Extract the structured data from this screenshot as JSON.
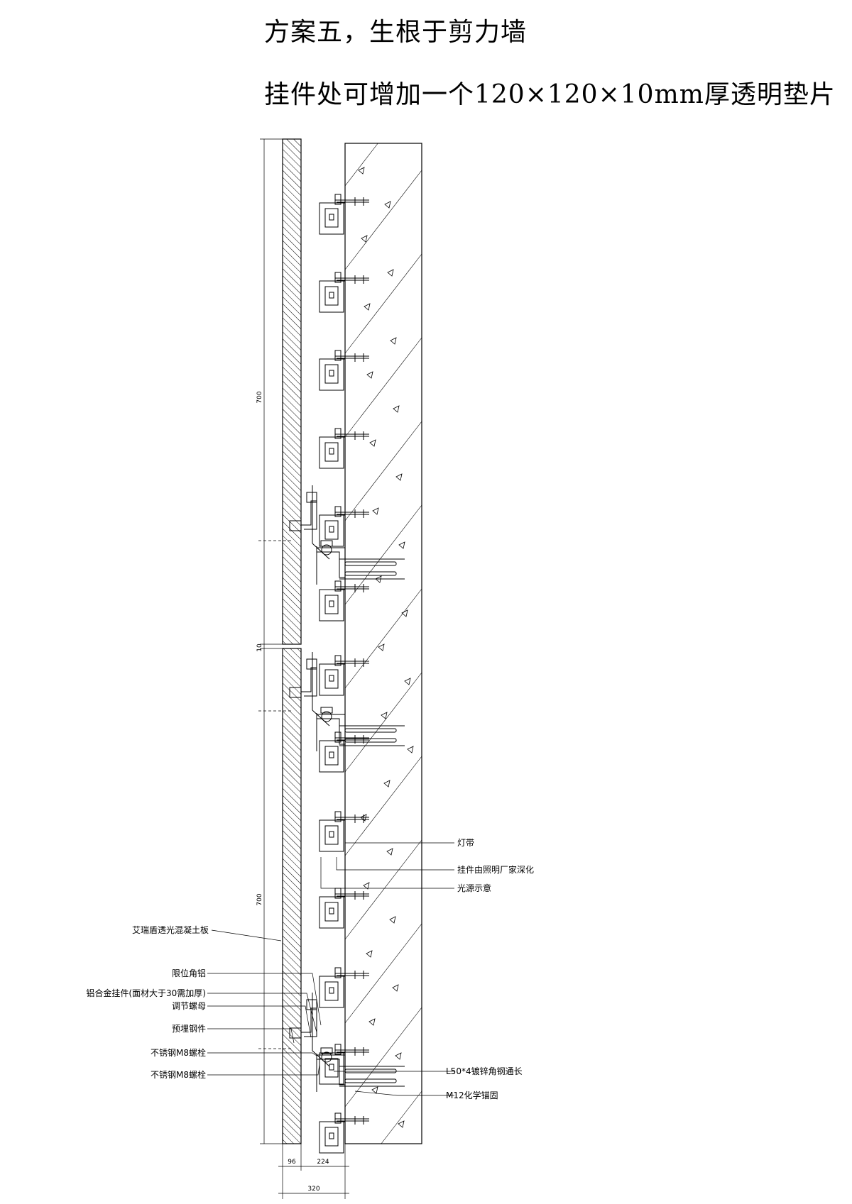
{
  "title": {
    "line1": "方案五，生根于剪力墙",
    "line2": "挂件处可增加一个120×120×10mm厚透明垫片"
  },
  "labels_right": {
    "light_strip": "灯带",
    "hanger_by_lighting": "挂件由照明厂家深化",
    "light_source": "光源示意",
    "angle_steel": "L50*4镀锌角钢通长",
    "chemical_anchor": "M12化学锚固"
  },
  "labels_left": {
    "panel": "艾瑞盾透光混凝土板",
    "limit_aluminum": "限位角铝",
    "alloy_hanger": "铝合金挂件(面材大于30需加厚)",
    "adjust_nut": "调节螺母",
    "embedded_steel": "预埋钢件",
    "bolt_1": "不锈钢M8螺栓",
    "bolt_2": "不锈钢M8螺栓"
  },
  "dimensions": {
    "panel_thk": "96",
    "gap": "224",
    "total": "320",
    "joint": "10",
    "panel_h1": "700",
    "panel_h2": "700"
  }
}
